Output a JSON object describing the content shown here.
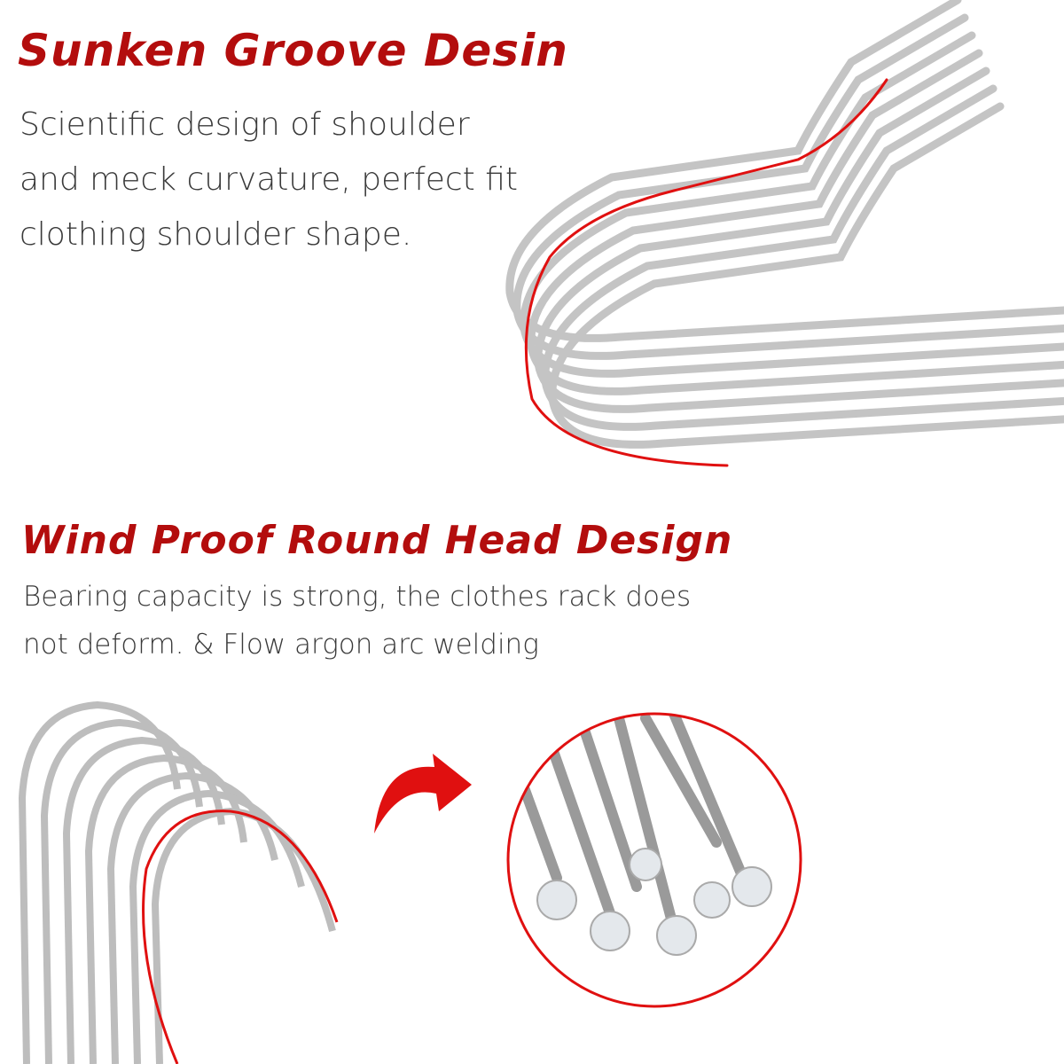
{
  "section1": {
    "title": "Sunken Groove Desin",
    "lines": [
      "Scientific design of shoulder",
      "and meck curvature, perfect fit",
      "clothing shoulder shape."
    ]
  },
  "section2": {
    "title": "Wind Proof Round Head Design",
    "lines": [
      "Bearing capacity is strong, the clothes rack does",
      "not deform. & Flow argon arc welding"
    ]
  },
  "colors": {
    "accent": "#b30d0d",
    "highlight": "#e01010",
    "metal": "#b8b8b8"
  }
}
